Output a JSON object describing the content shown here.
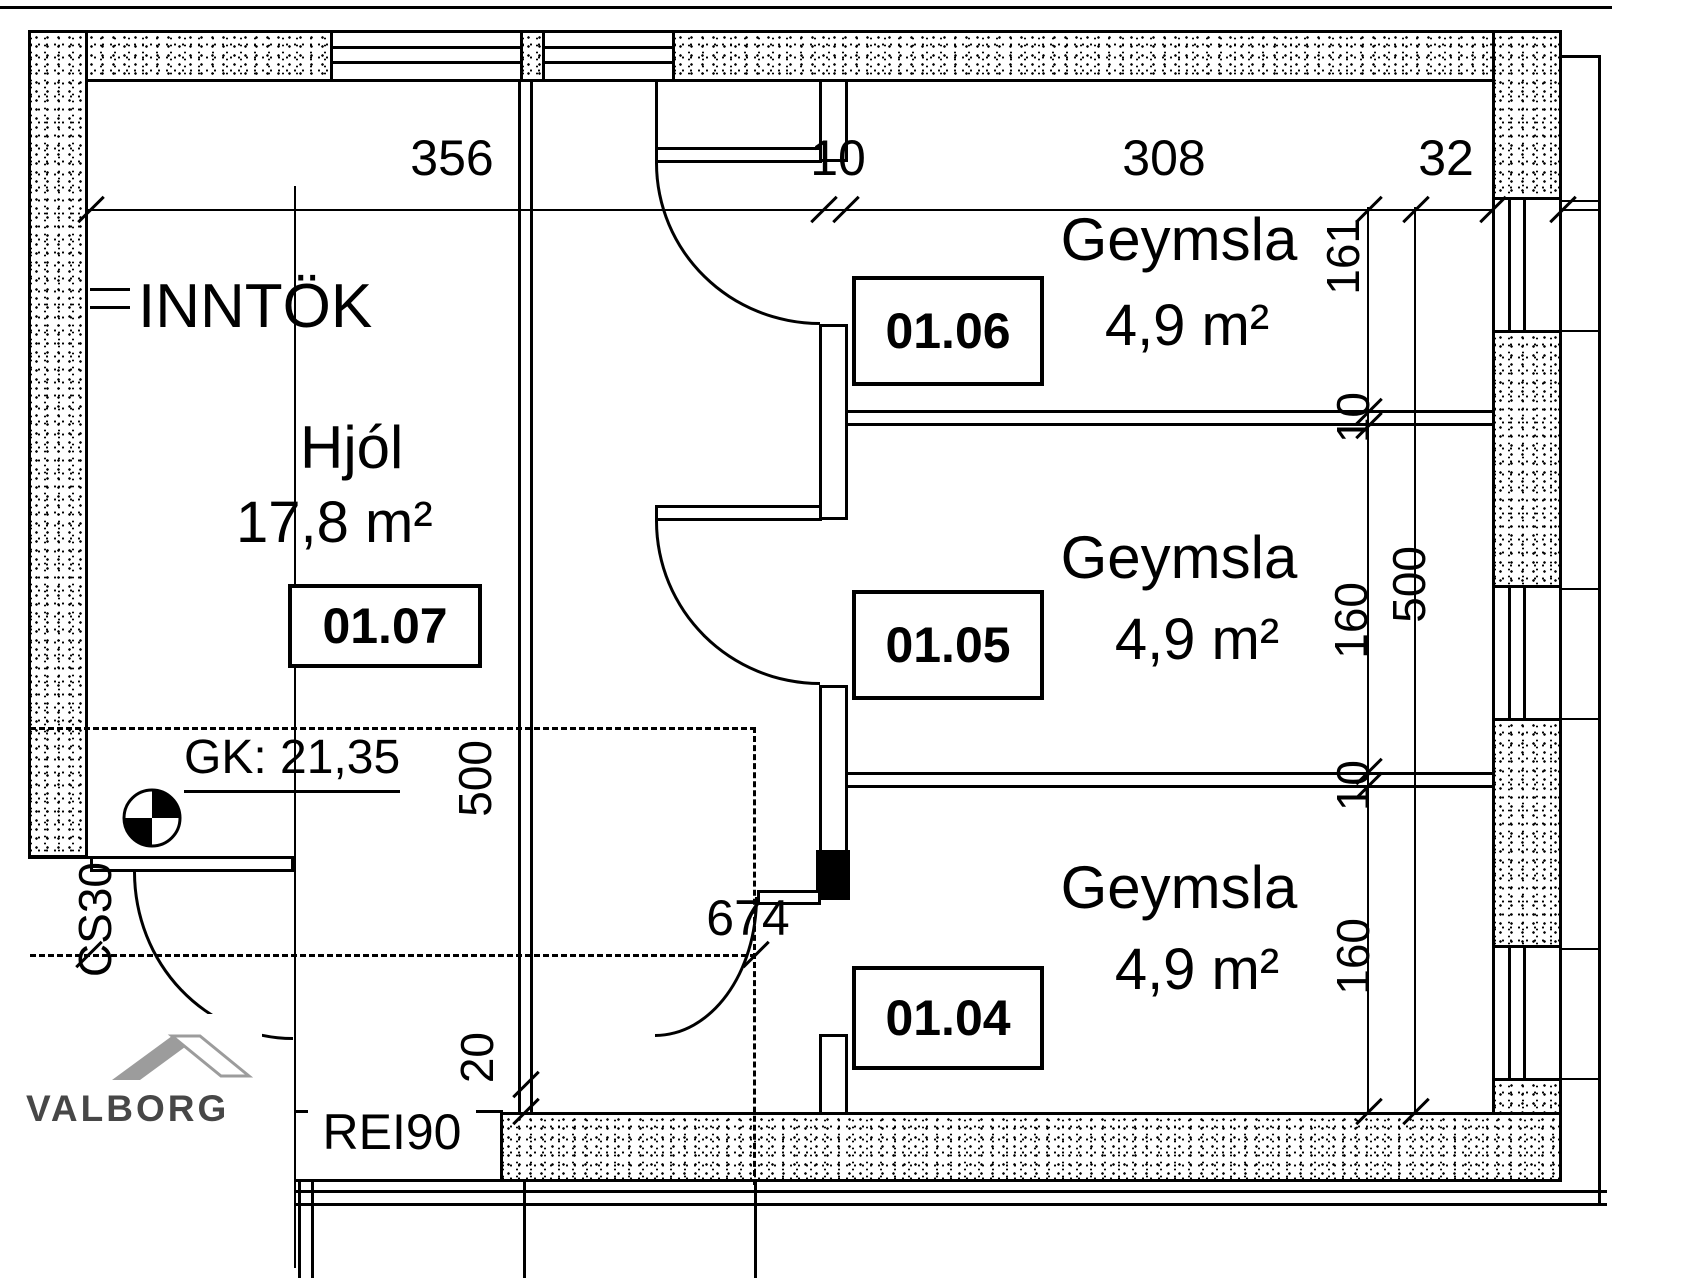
{
  "plan": {
    "inntok": "INNTÖK",
    "hjol": {
      "name": "Hjól",
      "area": "17,8 m²",
      "number": "01.07"
    },
    "g106": {
      "name": "Geymsla",
      "area": "4,9 m²",
      "number": "01.06"
    },
    "g105": {
      "name": "Geymsla",
      "area": "4,9 m²",
      "number": "01.05"
    },
    "g104": {
      "name": "Geymsla",
      "area": "4,9 m²",
      "number": "01.04"
    },
    "gk": "GK: 21,35",
    "cs30": "CS30",
    "rei90": "REI90",
    "d674": "674"
  },
  "dims": {
    "t356": "356",
    "t10": "10",
    "t308": "308",
    "t32": "32",
    "r161": "161",
    "r10a": "10",
    "r160a": "160",
    "r500": "500",
    "r10b": "10",
    "r160b": "160",
    "l500": "500",
    "l20": "20"
  },
  "logo": {
    "brand": "VALBORG"
  },
  "colors": {
    "ink": "#000000",
    "logo_gray": "#9c9c9c",
    "logo_text": "#474747"
  }
}
